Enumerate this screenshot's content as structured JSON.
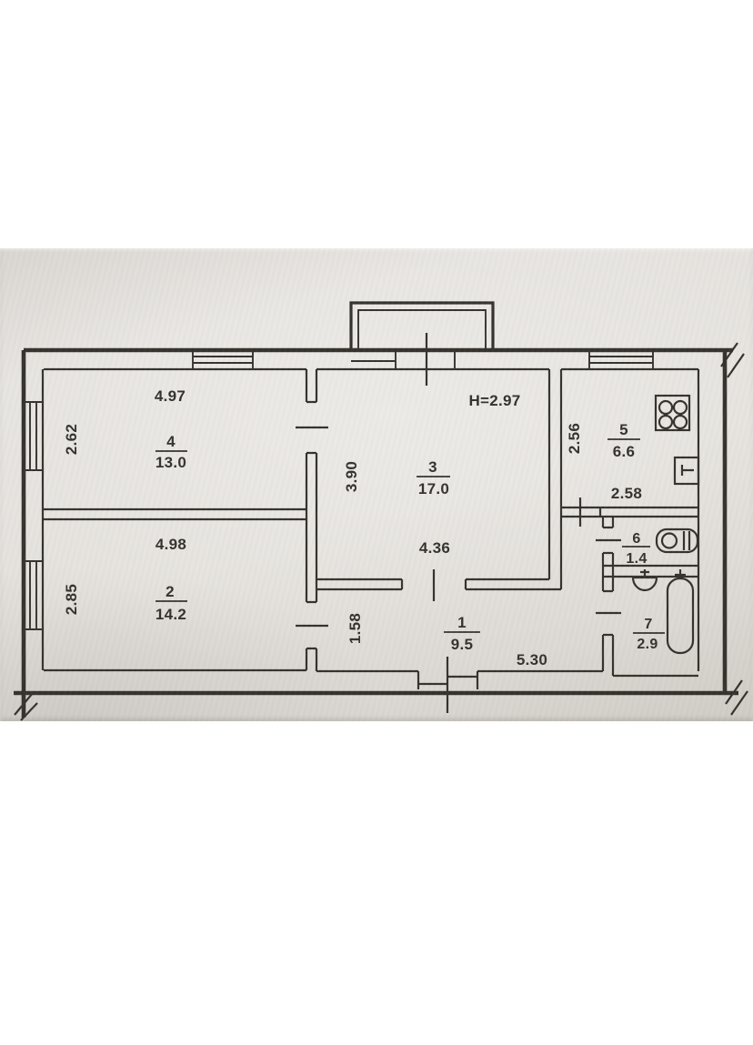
{
  "photo": {
    "paper_color": "#e0dcd7",
    "ink_color": "#34312c"
  },
  "plan": {
    "ceiling_height_note": "H=2.97",
    "rooms": {
      "r1": {
        "number": "1",
        "area": "9.5",
        "width": "5.30",
        "depth": "1.58"
      },
      "r2": {
        "number": "2",
        "area": "14.2",
        "width": "4.98",
        "depth": "2.85"
      },
      "r3": {
        "number": "3",
        "area": "17.0",
        "width": "4.36",
        "depth": "3.90"
      },
      "r4": {
        "number": "4",
        "area": "13.0",
        "width": "4.97",
        "depth": "2.62"
      },
      "r5": {
        "number": "5",
        "area": "6.6",
        "width": "2.58",
        "depth": "2.56"
      },
      "r6": {
        "number": "6",
        "area": "1.4"
      },
      "r7": {
        "number": "7",
        "area": "2.9"
      }
    },
    "fixtures": {
      "stove": "stove-icon",
      "kitchen_sink": "kitchen-sink-icon",
      "toilet": "toilet-icon",
      "bathtub": "bathtub-icon",
      "washbasin": "washbasin-icon"
    }
  }
}
